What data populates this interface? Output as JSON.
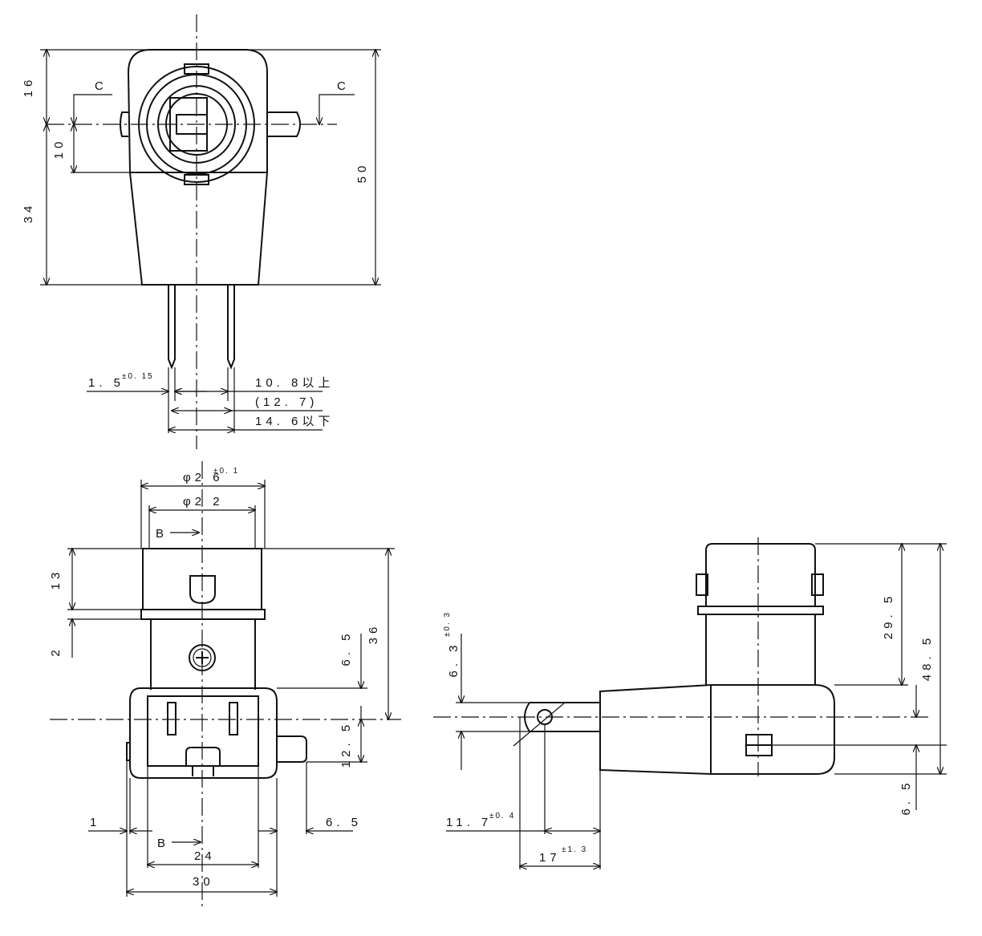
{
  "views": {
    "top": {
      "dims": {
        "d16": "16",
        "d10": "10",
        "d34": "34",
        "d50": "50",
        "pin_w": "1. 5",
        "pin_w_tol": "±0. 15",
        "min_span": "10. 8以上",
        "nom_span": "(12. 7)",
        "max_span": "14. 6以下"
      },
      "section_marks": {
        "left": "C",
        "right": "C"
      }
    },
    "front": {
      "dims": {
        "d26": "φ2 6",
        "d26_tol": "±0. 1",
        "d22": "φ2 2",
        "d13": "13",
        "d2": "2",
        "d36": "36",
        "d6_5_top": "6. 5",
        "d12_5": "12. 5",
        "d1": "1",
        "d6_5_side": "6. 5",
        "d24": "24",
        "d30": "30"
      },
      "section_marks": {
        "top": "B",
        "bottom": "B"
      }
    },
    "side": {
      "dims": {
        "d6_3": "6. 3",
        "d6_3_tol": "±0. 3",
        "d29_5": "29. 5",
        "d48_5": "48. 5",
        "d6_5": "6. 5",
        "d11_7": "11. 7",
        "d11_7_tol": "±0. 4",
        "d17": "17",
        "d17_tol": "±1. 3"
      }
    }
  }
}
